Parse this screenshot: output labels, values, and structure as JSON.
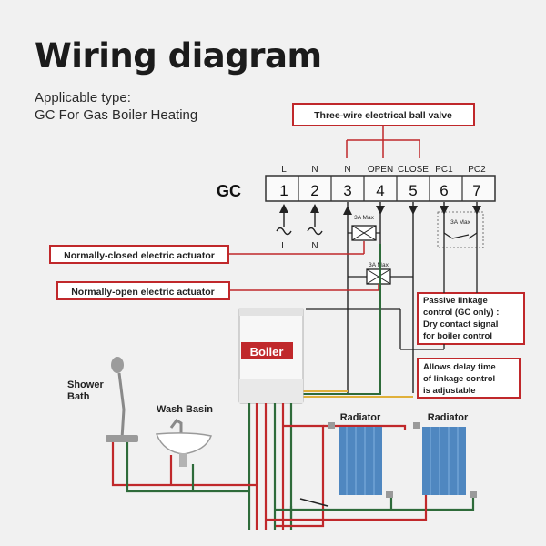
{
  "title": "Wiring diagram",
  "applicable_label": "Applicable type:",
  "applicable_value": "GC For Gas Boiler Heating",
  "valve_label": "Three-wire electrical ball valve",
  "gc_label": "GC",
  "terminals": [
    {
      "top": "L",
      "num": "1"
    },
    {
      "top": "N",
      "num": "2"
    },
    {
      "top": "N",
      "num": "3"
    },
    {
      "top": "OPEN",
      "num": "4"
    },
    {
      "top": "CLOSE",
      "num": "5"
    },
    {
      "top": "PC1",
      "num": "6"
    },
    {
      "top": "PC2",
      "num": "7"
    }
  ],
  "supply_labels": [
    "L",
    "N"
  ],
  "max_label": "3A Max",
  "nc_actuator": "Normally-closed electric actuator",
  "no_actuator": "Normally-open electric actuator",
  "passive_note": [
    "Passive linkage",
    "control (GC only) :",
    "Dry contact signal",
    "for boiler control"
  ],
  "delay_note": [
    "Allows delay time",
    "of linkage control",
    "is adjustable"
  ],
  "boiler_label": "Boiler",
  "shower_label": [
    "Shower",
    "Bath"
  ],
  "basin_label": "Wash Basin",
  "radiator_label": "Radiator",
  "colors": {
    "accent": "#c0282b",
    "yellow": "#e0b03a",
    "green": "#2e6b3a",
    "radiator": "#4f87c0"
  }
}
